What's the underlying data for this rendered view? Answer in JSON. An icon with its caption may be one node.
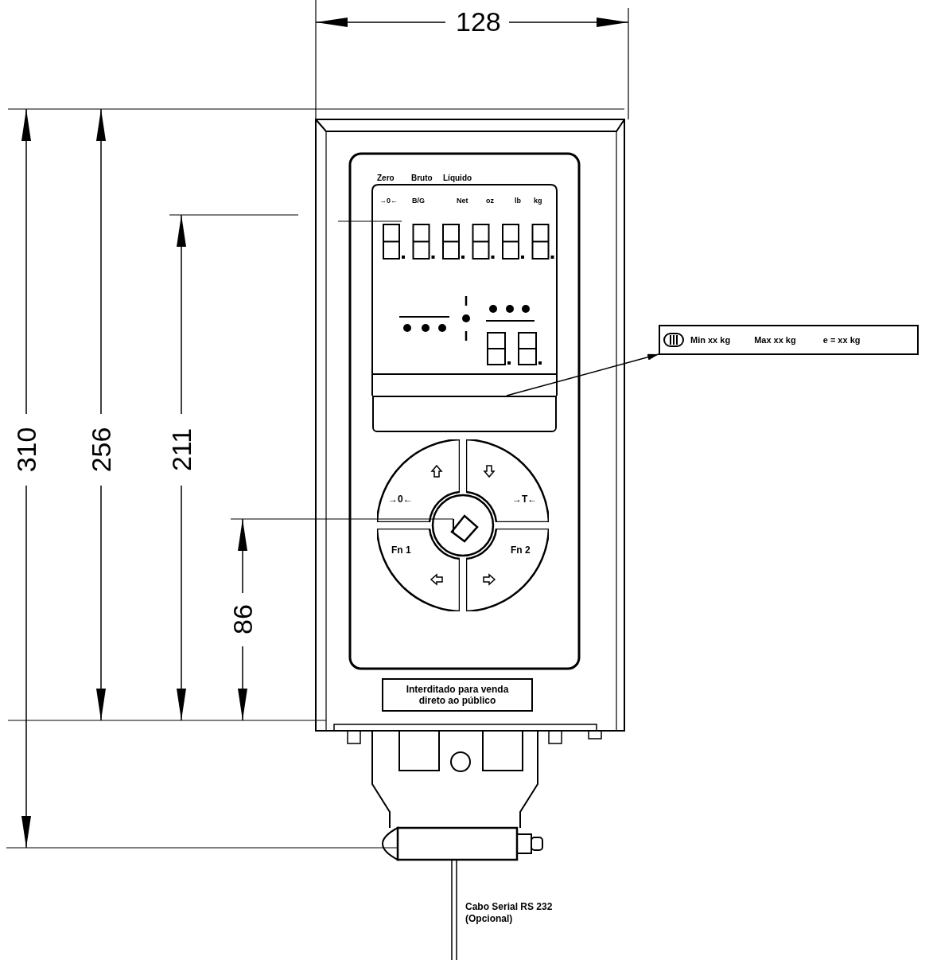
{
  "diagram": {
    "nodes": [
      {
        "text": [
          "Min xx kg",
          "Max xx kg",
          "e = xx kg"
        ]
      },
      {
        "text": [],
        "shape": "box"
      },
      {
        "text": [
          "Interditado para venda direto ao público"
        ]
      },
      {
        "text": [
          "→0←"
        ]
      },
      {
        "text": [
          "→T←"
        ]
      },
      {
        "text": [
          "Fn 1"
        ]
      },
      {
        "text": [
          "Fn 2"
        ]
      }
    ],
    "edges": [
      {
        "from": 1,
        "to": 0,
        "arrow": "to"
      }
    ],
    "labels": [
      "128",
      "310",
      "256",
      "211",
      "86",
      "Zero",
      "Bruto",
      "Líquido",
      "→0←",
      "B/G",
      "Net",
      "oz",
      "lb",
      "kg",
      "Cabo Serial RS 232 (Opcional)"
    ]
  }
}
